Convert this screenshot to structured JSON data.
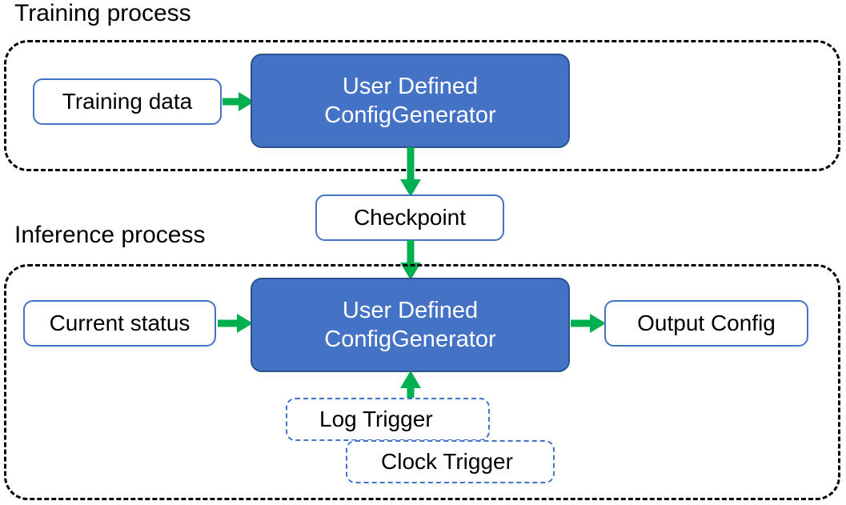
{
  "diagram": {
    "title_top": "Training process",
    "title_bottom": "Inference process",
    "colors": {
      "process_fill": "#4472C4",
      "process_border": "#2F528F",
      "node_border": "#4472C4",
      "arrow": "#00B050",
      "container_border": "#000000",
      "text_dark": "#000000",
      "text_light": "#FFFFFF",
      "background": "#FFFFFF"
    }
  },
  "training": {
    "label": "Training process",
    "input_node": "Training data",
    "process_line1": "User Defined",
    "process_line2": "ConfigGenerator",
    "arrow_in": "arrow-training-data-to-generator",
    "arrow_out": "arrow-generator-to-checkpoint"
  },
  "bridge": {
    "checkpoint": "Checkpoint",
    "arrow_down": "arrow-checkpoint-to-inference"
  },
  "inference": {
    "label": "Inference process",
    "input_node": "Current status",
    "process_line1": "User Defined",
    "process_line2": "ConfigGenerator",
    "output_node": "Output Config",
    "triggers": [
      {
        "label": "Log Trigger"
      },
      {
        "label": "Clock Trigger"
      }
    ],
    "arrow_in": "arrow-current-status-to-generator",
    "arrow_out": "arrow-generator-to-output-config",
    "arrow_trigger": "arrow-trigger-to-generator"
  }
}
